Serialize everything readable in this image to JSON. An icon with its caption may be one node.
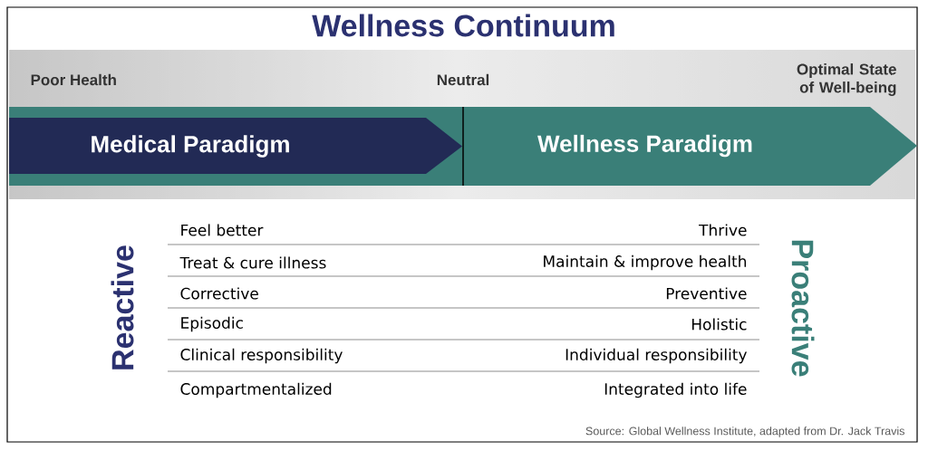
{
  "diagram": {
    "title": "Wellness Continuum",
    "caption": "Source: Global Wellness Institute, adapted from Dr. Jack Travis",
    "nodes": [
      {
        "text": [
          "Wellness Paradigm"
        ]
      },
      {
        "text": [
          "Medical Paradigm"
        ],
        "in": 0
      }
    ],
    "labels": [
      "Poor Health",
      "Neutral",
      "Optimal State of Well-being",
      "Reactive",
      "Proactive",
      "Feel better",
      "Thrive",
      "Treat & cure illness",
      "Maintain & improve health",
      "Corrective",
      "Preventive",
      "Episodic",
      "Holistic",
      "Clinical responsibility",
      "Individual responsibility",
      "Compartmentalized",
      "Integrated into life"
    ]
  }
}
